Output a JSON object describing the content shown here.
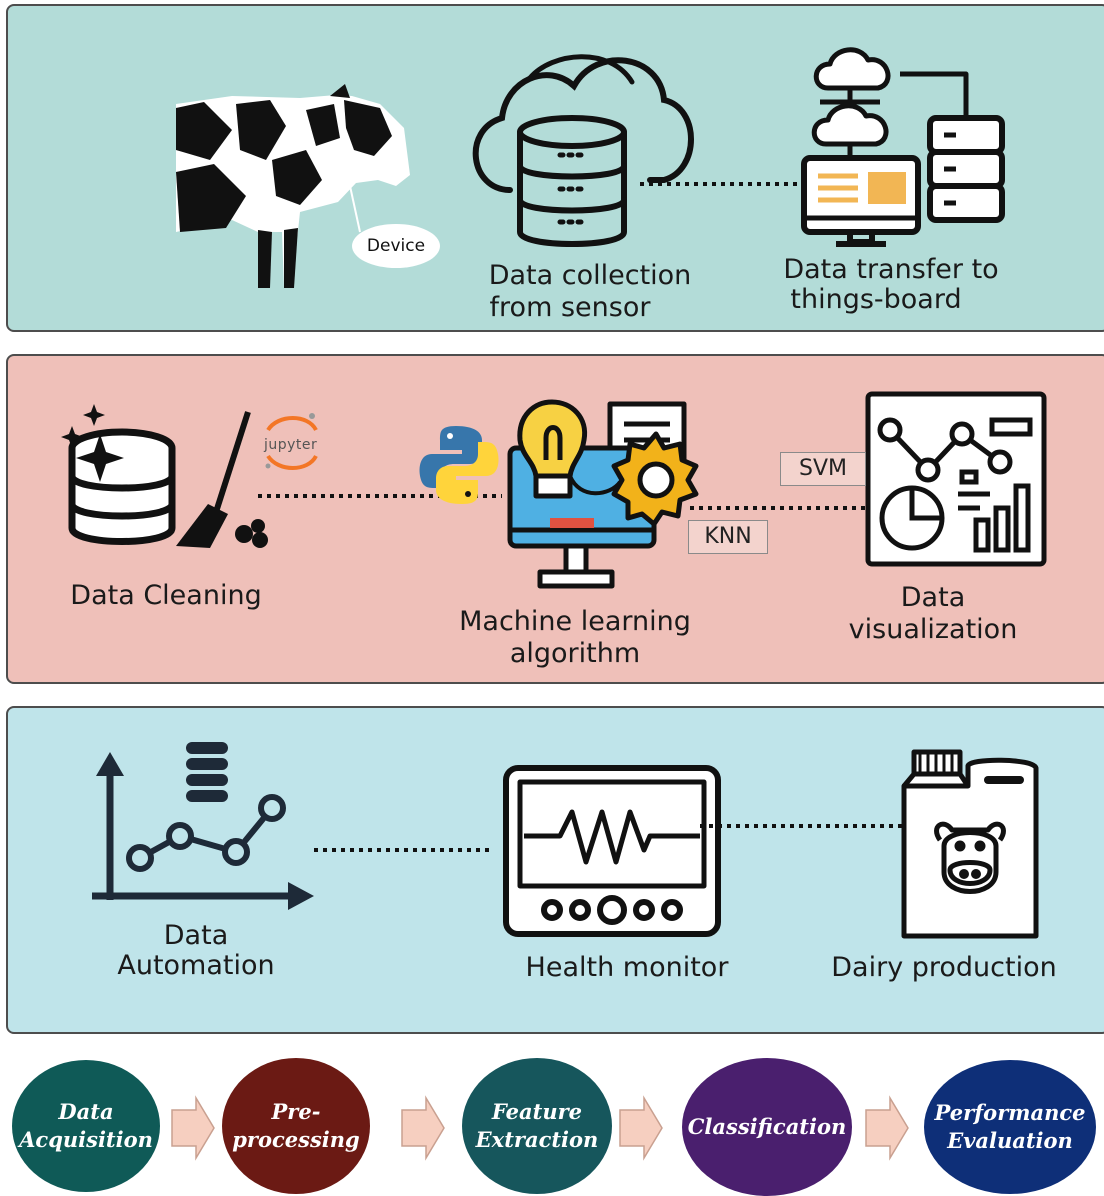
{
  "panel1": {
    "device_label": "Device",
    "collection_label_1": "Data collection",
    "collection_label_2": "from sensor",
    "transfer_label_1": "Data transfer to",
    "transfer_label_2": "things-board"
  },
  "panel2": {
    "jupyter_label": "jupyter",
    "cleaning_label": "Data Cleaning",
    "ml_label_1": "Machine learning",
    "ml_label_2": "algorithm",
    "svm_label": "SVM",
    "knn_label": "KNN",
    "viz_label_1": "Data",
    "viz_label_2": "visualization"
  },
  "panel3": {
    "automation_label_1": "Data",
    "automation_label_2": "Automation",
    "health_label": "Health monitor",
    "dairy_label": "Dairy production"
  },
  "flow": {
    "steps": [
      {
        "line1": "Data",
        "line2": "Acquisition",
        "color": "#0f5a57"
      },
      {
        "line1": "Pre-",
        "line2": "processing",
        "color": "#6b1a14"
      },
      {
        "line1": "Feature",
        "line2": "Extraction",
        "color": "#16565c"
      },
      {
        "line1": "Classification",
        "line2": "",
        "color": "#4a1f6e"
      },
      {
        "line1": "Performance",
        "line2": "Evaluation",
        "color": "#0e2f78"
      }
    ],
    "arrow_color": "#f6cfc0"
  }
}
